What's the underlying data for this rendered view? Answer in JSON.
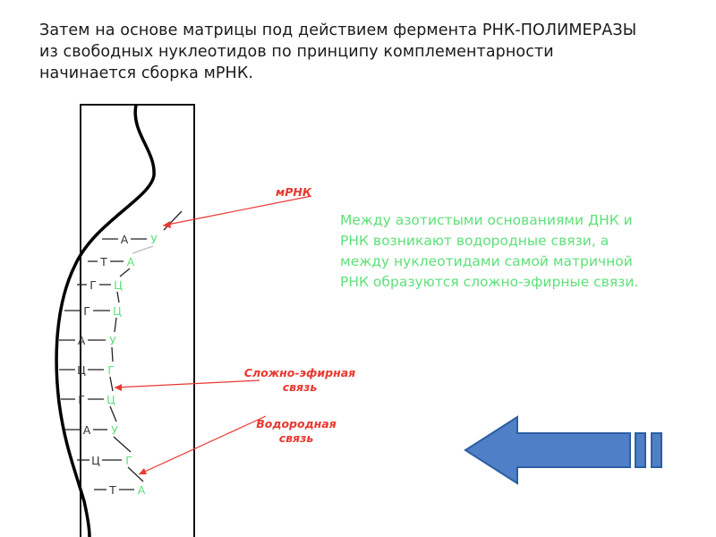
{
  "intro": {
    "lines": [
      "Затем на основе матрицы под действием фермента РНК-ПОЛИМЕРАЗЫ",
      "из свободных нуклеотидов по принципу комплементарности",
      "начинается сборка мРНК."
    ]
  },
  "note": {
    "lines": [
      "Между азотистыми основаниями ДНК и",
      "РНК возникают водородные связи, а",
      "между  нуклеотидами самой матричной",
      "РНК образуются сложно-эфирные связи."
    ]
  },
  "labels": {
    "mrna": "мРНК",
    "ester_line1": "Сложно-эфирная",
    "ester_line2": "связь",
    "hydrogen_line1": "Водородная",
    "hydrogen_line2": "связь"
  },
  "pairs": [
    {
      "dna": "А",
      "rna": "У"
    },
    {
      "dna": "Т",
      "rna": "А"
    },
    {
      "dna": "Г",
      "rna": "Ц"
    },
    {
      "dna": "Г",
      "rna": "Ц"
    },
    {
      "dna": "А",
      "rna": "У"
    },
    {
      "dna": "Ц",
      "rna": "Г"
    },
    {
      "dna": "Г",
      "rna": "Ц"
    },
    {
      "dna": "А",
      "rna": "У"
    },
    {
      "dna": "Ц",
      "rna": "Г"
    },
    {
      "dna": "Т",
      "rna": "А"
    }
  ],
  "colors": {
    "text": "#1a1a1a",
    "dna_letter": "#333333",
    "rna_letter": "#5ee07a",
    "label_red": "#e8382f",
    "arrow_fill": "#4f7fc6",
    "arrow_stroke": "#2d5fa3"
  },
  "icons": {
    "back_arrow": "left-arrow-icon"
  }
}
